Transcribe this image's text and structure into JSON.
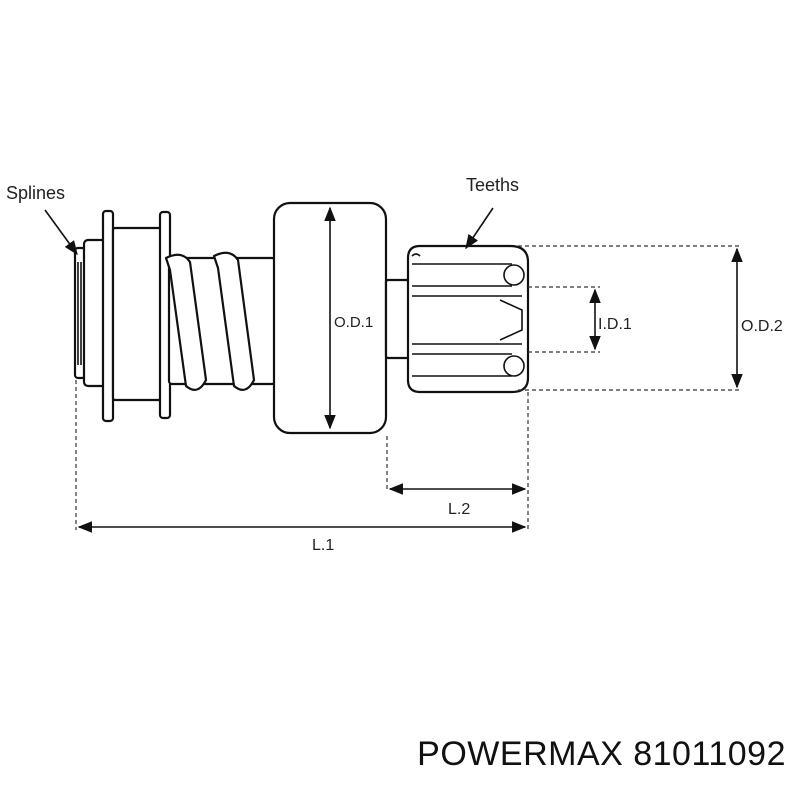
{
  "labels": {
    "splines": "Splines",
    "teeths": "Teeths",
    "od1": "O.D.1",
    "id1": "I.D.1",
    "od2": "O.D.2",
    "l2": "L.2",
    "l1": "L.1"
  },
  "footer": {
    "brand_text": "POWERMAX 81011092"
  }
}
